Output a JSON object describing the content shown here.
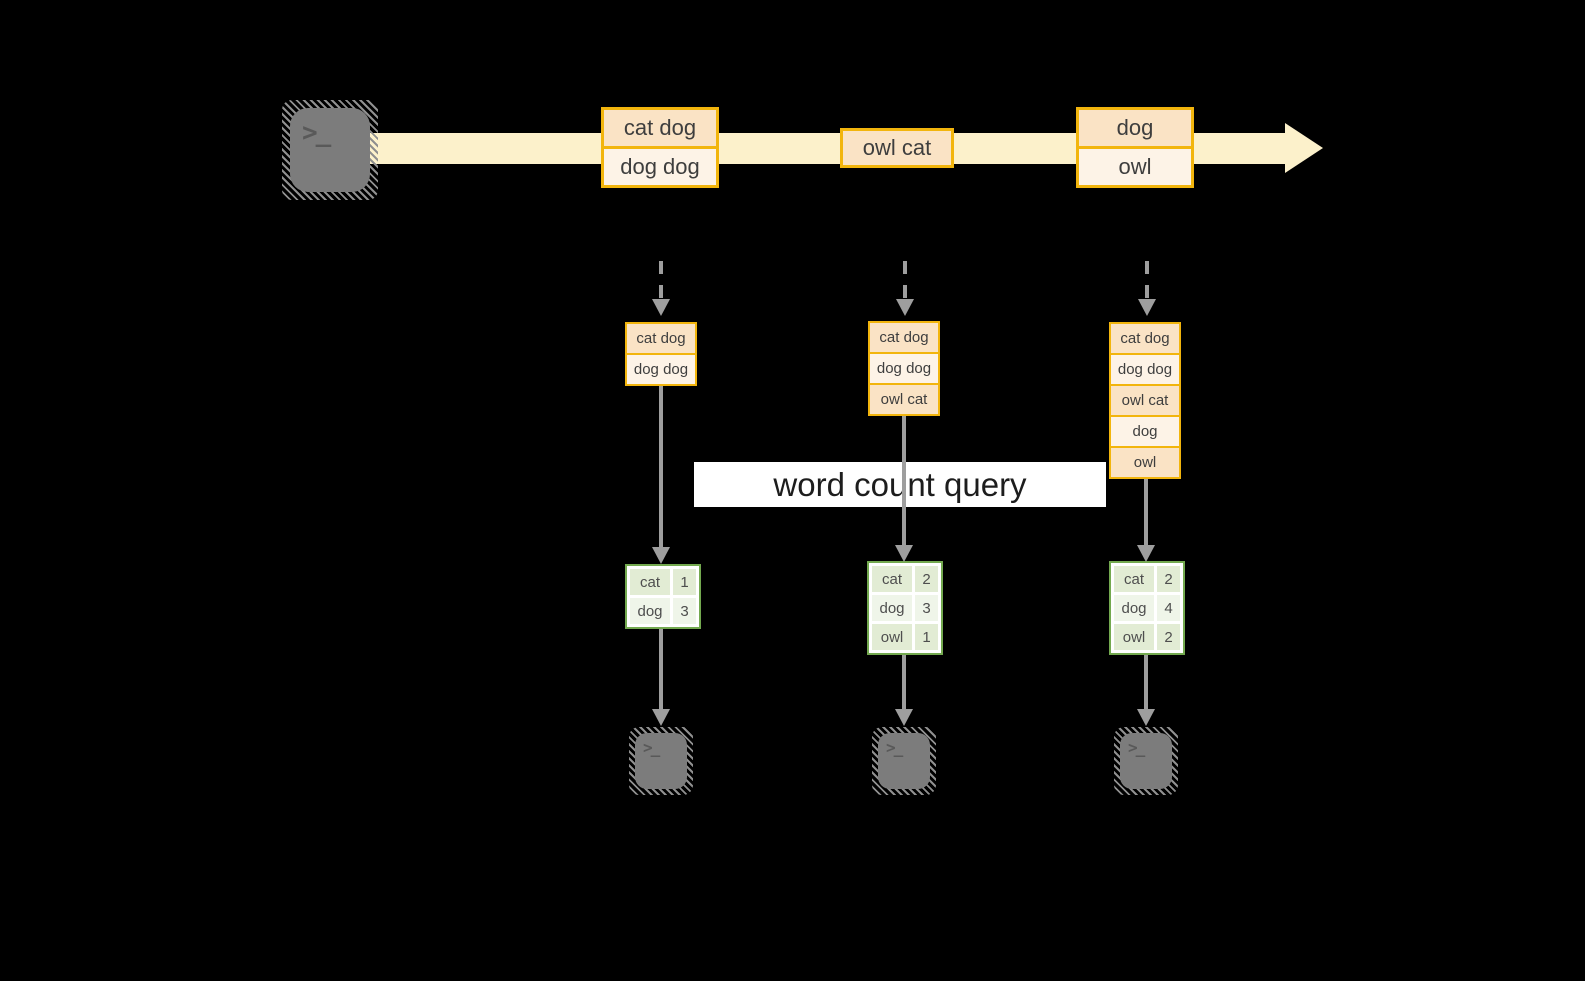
{
  "diagram": {
    "query_label": "word count query",
    "icons": {
      "terminal_glyph": ">_"
    },
    "colors": {
      "background": "#000000",
      "stream_band": "#FCF1CB",
      "box_border_gold": "#F2B50D",
      "box_fill_dark": "#FAE3C5",
      "box_fill_light": "#FDF3E7",
      "arrow_gray": "#9E9E9E",
      "green_border": "#73A94F",
      "green_cell": "#E2ECD4",
      "green_cell_alt": "#EFF5E9",
      "label_bg": "#FFFFFF",
      "terminal_gray": "#7C7C7C"
    },
    "stream": {
      "batches": [
        {
          "rows": [
            "cat dog",
            "dog dog"
          ]
        },
        {
          "rows": [
            "owl cat"
          ]
        },
        {
          "rows": [
            "dog",
            "owl"
          ]
        }
      ]
    },
    "columns": [
      {
        "records": [
          "cat dog",
          "dog dog"
        ],
        "counts": [
          {
            "word": "cat",
            "count": 1
          },
          {
            "word": "dog",
            "count": 3
          }
        ]
      },
      {
        "records": [
          "cat dog",
          "dog dog",
          "owl cat"
        ],
        "counts": [
          {
            "word": "cat",
            "count": 2
          },
          {
            "word": "dog",
            "count": 3
          },
          {
            "word": "owl",
            "count": 1
          }
        ]
      },
      {
        "records": [
          "cat dog",
          "dog dog",
          "owl cat",
          "dog",
          "owl"
        ],
        "counts": [
          {
            "word": "cat",
            "count": 2
          },
          {
            "word": "dog",
            "count": 4
          },
          {
            "word": "owl",
            "count": 2
          }
        ]
      }
    ]
  }
}
